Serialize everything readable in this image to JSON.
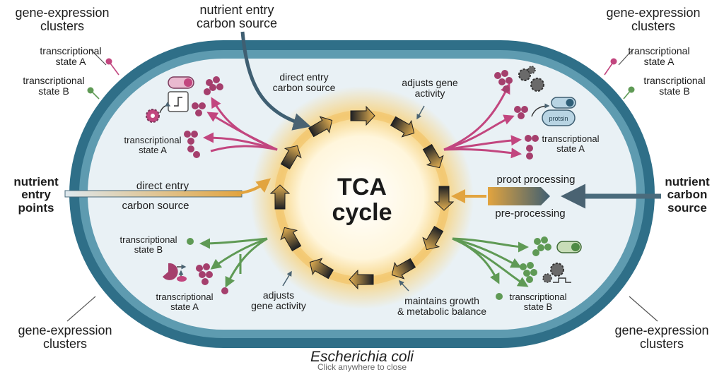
{
  "center": {
    "line1": "TCA",
    "line2": "cycle"
  },
  "species": "Escherichia coli",
  "hint": "Click anywhere to close",
  "top": {
    "entry_line1": "nutrient entry",
    "entry_line2": "carbon source",
    "direct_line1": "direct entry",
    "direct_line2": "carbon source",
    "adjusts_line1": "adjusts gene",
    "adjusts_line2": "activity"
  },
  "corners": {
    "tl": {
      "line1": "gene-expression",
      "line2": "clusters"
    },
    "tr": {
      "line1": "gene-expression",
      "line2": "clusters"
    },
    "bl": {
      "line1": "gene-expression",
      "line2": "clusters"
    },
    "br": {
      "line1": "gene-expression",
      "line2": "clusters"
    }
  },
  "states": {
    "a_line1": "transcriptional",
    "a_line2": "state A",
    "b_line1": "transcriptional",
    "b_line2": "state B"
  },
  "left": {
    "entry_line1": "nutrient",
    "entry_line2": "entry",
    "entry_line3": "points",
    "direct": "direct entry",
    "carbon": "carbon source"
  },
  "right": {
    "source_line1": "nutrient",
    "source_line2": "carbon",
    "source_line3": "source",
    "proot": "proot processing",
    "pre": "pre-processing",
    "protein_icon": "protsin"
  },
  "bottom": {
    "adjusts_line1": "adjusts",
    "adjusts_line2": "gene activity",
    "maintains_line1": "maintains growth",
    "maintains_line2": "& metabolic balance"
  },
  "colors": {
    "membrane": "#3f7f96",
    "cell_fill": "#e9f1f5",
    "glow": "#f6c35a",
    "cycle_arrow": "#2b2e33",
    "magenta": "#c2467f",
    "green": "#5f9a55",
    "entry_gold": "#e2a43f"
  }
}
